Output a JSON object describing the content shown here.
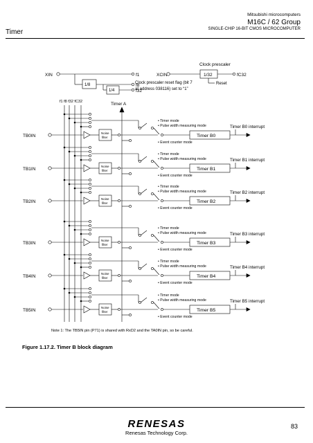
{
  "header": {
    "maker": "Mitsubishi microcomputers",
    "group": "M16C / 62 Group",
    "subtitle": "SINGLE-CHIP 16-BIT CMOS MICROCOMPUTER",
    "section": "Timer"
  },
  "clock": {
    "xin": "XIN",
    "div8": "1/8",
    "div4": "1/4",
    "f1": "f1",
    "f8": "f8",
    "f32": "f32",
    "xcin": "XCIN",
    "prescaler_label": "Clock prescaler",
    "prescaler_div": "1/32",
    "fc32": "fC32",
    "reset": "Reset",
    "reset_note_1": "Clock prescaler reset flag (bit 7",
    "reset_note_2": "at address 038116) set to “1”",
    "bus_labels": "f1  f8  f32  fC32",
    "timer_a": "Timer A"
  },
  "common": {
    "noise_1": "Noise",
    "noise_2": "filter",
    "mode_timer": "• Timer mode",
    "mode_pulse": "• Pulse width measuring mode",
    "mode_event": "• Event counter mode"
  },
  "timers": [
    {
      "pin": "TB0IN",
      "name": "Timer B0",
      "interrupt": "Timer B0 interrupt"
    },
    {
      "pin": "TB1IN",
      "name": "Timer B1",
      "interrupt": "Timer B1 interrupt"
    },
    {
      "pin": "TB2IN",
      "name": "Timer B2",
      "interrupt": "Timer B2 interrupt"
    },
    {
      "pin": "TB3IN",
      "name": "Timer B3",
      "interrupt": "Timer B3 interrupt"
    },
    {
      "pin": "TB4IN",
      "name": "Timer B4",
      "interrupt": "Timer B4 interrupt"
    },
    {
      "pin": "TB5IN",
      "name": "Timer B5",
      "interrupt": "Timer B5 interrupt"
    }
  ],
  "note": "Note 1: The TB5IN pin (P71) is shared with RxD2 and the TA0IN pin, so be careful.",
  "caption": "Figure 1.17.2. Timer B block diagram",
  "footer": {
    "brand": "RENESAS",
    "corp": "Renesas Technology Corp.",
    "page": "83"
  }
}
